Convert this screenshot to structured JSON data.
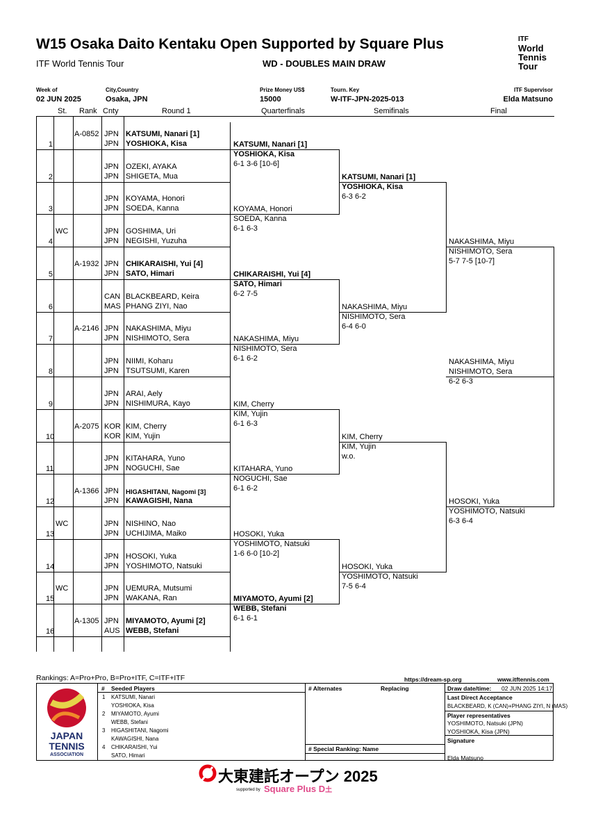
{
  "header": {
    "title": "W15 Osaka Daito Kentaku Open Supported by Square Plus",
    "subtitle": "ITF World Tennis Tour",
    "draw_name": "WD - DOUBLES MAIN DRAW",
    "itf_logo": {
      "line1": "ITF",
      "line2": "World",
      "line3": "Tennis",
      "line4": "Tour"
    }
  },
  "info": {
    "week_label": "Week of",
    "week": "02 JUN 2025",
    "city_label": "City,Country",
    "city": "Osaka, JPN",
    "prize_label": "Prize Money US$",
    "prize": "15000",
    "key_label": "Tourn. Key",
    "key": "W-ITF-JPN-2025-013",
    "supervisor_label": "ITF Supervisor",
    "supervisor": "Elda Matsuno"
  },
  "columns": {
    "st": "St.",
    "rank": "Rank",
    "cnty": "Cnty",
    "r1": "Round 1",
    "qf": "Quarterfinals",
    "sf": "Semifinals",
    "f": "Final"
  },
  "round1": [
    {
      "num": "1",
      "st": "",
      "rank": "A-0852",
      "c1": "JPN",
      "p1": "KATSUMI, Nanari [1]",
      "c2": "JPN",
      "p2": "YOSHIOKA, Kisa",
      "bold": true
    },
    {
      "num": "2",
      "st": "",
      "rank": "",
      "c1": "JPN",
      "p1": "OZEKI, AYAKA",
      "c2": "JPN",
      "p2": "SHIGETA, Mua",
      "bold": false
    },
    {
      "num": "3",
      "st": "",
      "rank": "",
      "c1": "JPN",
      "p1": "KOYAMA, Honori",
      "c2": "JPN",
      "p2": "SOEDA, Kanna",
      "bold": false
    },
    {
      "num": "4",
      "st": "WC",
      "rank": "",
      "c1": "JPN",
      "p1": "GOSHIMA, Uri",
      "c2": "JPN",
      "p2": "NEGISHI, Yuzuha",
      "bold": false
    },
    {
      "num": "5",
      "st": "",
      "rank": "A-1932",
      "c1": "JPN",
      "p1": "CHIKARAISHI, Yui [4]",
      "c2": "JPN",
      "p2": "SATO, Himari",
      "bold": true
    },
    {
      "num": "6",
      "st": "",
      "rank": "",
      "c1": "CAN",
      "p1": "BLACKBEARD, Keira",
      "c2": "MAS",
      "p2": "PHANG ZIYI, Nao",
      "bold": false
    },
    {
      "num": "7",
      "st": "",
      "rank": "A-2146",
      "c1": "JPN",
      "p1": "NAKASHIMA, Miyu",
      "c2": "JPN",
      "p2": "NISHIMOTO, Sera",
      "bold": false
    },
    {
      "num": "8",
      "st": "",
      "rank": "",
      "c1": "JPN",
      "p1": "NIIMI, Koharu",
      "c2": "JPN",
      "p2": "TSUTSUMI, Karen",
      "bold": false
    },
    {
      "num": "9",
      "st": "",
      "rank": "",
      "c1": "JPN",
      "p1": "ARAI, Aely",
      "c2": "JPN",
      "p2": "NISHIMURA, Kayo",
      "bold": false
    },
    {
      "num": "10",
      "st": "",
      "rank": "A-2075",
      "c1": "KOR",
      "p1": "KIM, Cherry",
      "c2": "KOR",
      "p2": "KIM, Yujin",
      "bold": false
    },
    {
      "num": "11",
      "st": "",
      "rank": "",
      "c1": "JPN",
      "p1": "KITAHARA, Yuno",
      "c2": "JPN",
      "p2": "NOGUCHI, Sae",
      "bold": false
    },
    {
      "num": "12",
      "st": "",
      "rank": "A-1366",
      "c1": "JPN",
      "p1": "HIGASHITANI, Nagomi [3]",
      "c2": "JPN",
      "p2": "KAWAGISHI, Nana",
      "bold": true,
      "small1": true
    },
    {
      "num": "13",
      "st": "WC",
      "rank": "",
      "c1": "JPN",
      "p1": "NISHINO, Nao",
      "c2": "JPN",
      "p2": "UCHIJIMA, Maiko",
      "bold": false
    },
    {
      "num": "14",
      "st": "",
      "rank": "",
      "c1": "JPN",
      "p1": "HOSOKI, Yuka",
      "c2": "JPN",
      "p2": "YOSHIMOTO, Natsuki",
      "bold": false
    },
    {
      "num": "15",
      "st": "WC",
      "rank": "",
      "c1": "JPN",
      "p1": "UEMURA, Mutsumi",
      "c2": "JPN",
      "p2": "WAKANA, Ran",
      "bold": false
    },
    {
      "num": "16",
      "st": "",
      "rank": "A-1305",
      "c1": "JPN",
      "p1": "MIYAMOTO, Ayumi [2]",
      "c2": "AUS",
      "p2": "WEBB, Stefani",
      "bold": true
    }
  ],
  "quarterfinals": [
    {
      "p1": "KATSUMI, Nanari [1]",
      "p2": "YOSHIOKA, Kisa",
      "score": "6-1 3-6 [10-6]",
      "bold": true
    },
    {
      "p1": "KOYAMA, Honori",
      "p2": "SOEDA, Kanna",
      "score": "6-1 6-3",
      "bold": false
    },
    {
      "p1": "CHIKARAISHI, Yui [4]",
      "p2": "SATO, Himari",
      "score": "6-2 7-5",
      "bold": true
    },
    {
      "p1": "NAKASHIMA, Miyu",
      "p2": "NISHIMOTO, Sera",
      "score": "6-1 6-2",
      "bold": false
    },
    {
      "p1": "KIM, Cherry",
      "p2": "KIM, Yujin",
      "score": "6-1 6-3",
      "bold": false
    },
    {
      "p1": "KITAHARA, Yuno",
      "p2": "NOGUCHI, Sae",
      "score": "6-1 6-2",
      "bold": false
    },
    {
      "p1": "HOSOKI, Yuka",
      "p2": "YOSHIMOTO, Natsuki",
      "score": "1-6 6-0 [10-2]",
      "bold": false
    },
    {
      "p1": "MIYAMOTO, Ayumi [2]",
      "p2": "WEBB, Stefani",
      "score": "6-1 6-1",
      "bold": true
    }
  ],
  "semifinals": [
    {
      "p1": "KATSUMI, Nanari [1]",
      "p2": "YOSHIOKA, Kisa",
      "score": "6-3 6-2",
      "bold": true
    },
    {
      "p1": "NAKASHIMA, Miyu",
      "p2": "NISHIMOTO, Sera",
      "score": "6-4 6-0",
      "bold": false
    },
    {
      "p1": "KIM, Cherry",
      "p2": "KIM, Yujin",
      "score": "w.o.",
      "bold": false
    },
    {
      "p1": "HOSOKI, Yuka",
      "p2": "YOSHIMOTO, Natsuki",
      "score": "7-5 6-4",
      "bold": false
    }
  ],
  "finals": [
    {
      "p1": "NAKASHIMA, Miyu",
      "p2": "NISHIMOTO, Sera",
      "score": "5-7 7-5 [10-7]"
    },
    {
      "p1": "HOSOKI, Yuka",
      "p2": "YOSHIMOTO, Natsuki",
      "score": "6-3 6-4"
    }
  ],
  "champion": {
    "p1": "NAKASHIMA, Miyu",
    "p2": "NISHIMOTO, Sera",
    "score": "6-2 6-3"
  },
  "footer": {
    "rankings_note": "Rankings: A=Pro+Pro, B=Pro+ITF, C=ITF+ITF",
    "url1": "https://dream-sp.org",
    "url2": "www.itftennis.com",
    "assoc_line1": "JAPAN",
    "assoc_line2": "TENNIS",
    "assoc_line3": "ASSOCIATION",
    "seeded_hash": "#",
    "seeded_title": "Seeded Players",
    "seeds": [
      {
        "n": "1",
        "a": "KATSUMI, Nanari",
        "b": "YOSHIOKA, Kisa"
      },
      {
        "n": "2",
        "a": "MIYAMOTO, Ayumi",
        "b": "WEBB, Stefani"
      },
      {
        "n": "3",
        "a": "HIGASHITANI, Nagomi",
        "b": "KAWAGISHI, Nana"
      },
      {
        "n": "4",
        "a": "CHIKARAISHI, Yui",
        "b": "SATO, Himari"
      }
    ],
    "alternates_title": "# Alternates",
    "replacing_title": "Replacing",
    "special_title": "# Special Ranking: Name",
    "draw_date_label": "Draw date/time:",
    "draw_date": "02 JUN 2025 14:17",
    "last_direct_title": "Last Direct Acceptance",
    "last_direct": "BLACKBEARD, K (CAN)+PHANG ZIYI, N (MAS)",
    "reps_title": "Player representatives",
    "rep1": "YOSHIMOTO, Natsuki (JPN)",
    "rep2": "YOSHIOKA, Kisa (JPN)",
    "signature_title": "Signature",
    "signature": "Elda Matsuno",
    "sponsor_main": "大東建託オープン 2025",
    "sponsor_small": "supported by",
    "sponsor_brand": "Square Plus D",
    "sponsor_brand_suffix": "土"
  },
  "colors": {
    "jta_red": "#c8102e",
    "jta_navy": "#1d2d6b",
    "jta_yellow": "#e6d34a",
    "sponsor_red": "#e60012",
    "sponsor_pink": "#e04a8a"
  }
}
